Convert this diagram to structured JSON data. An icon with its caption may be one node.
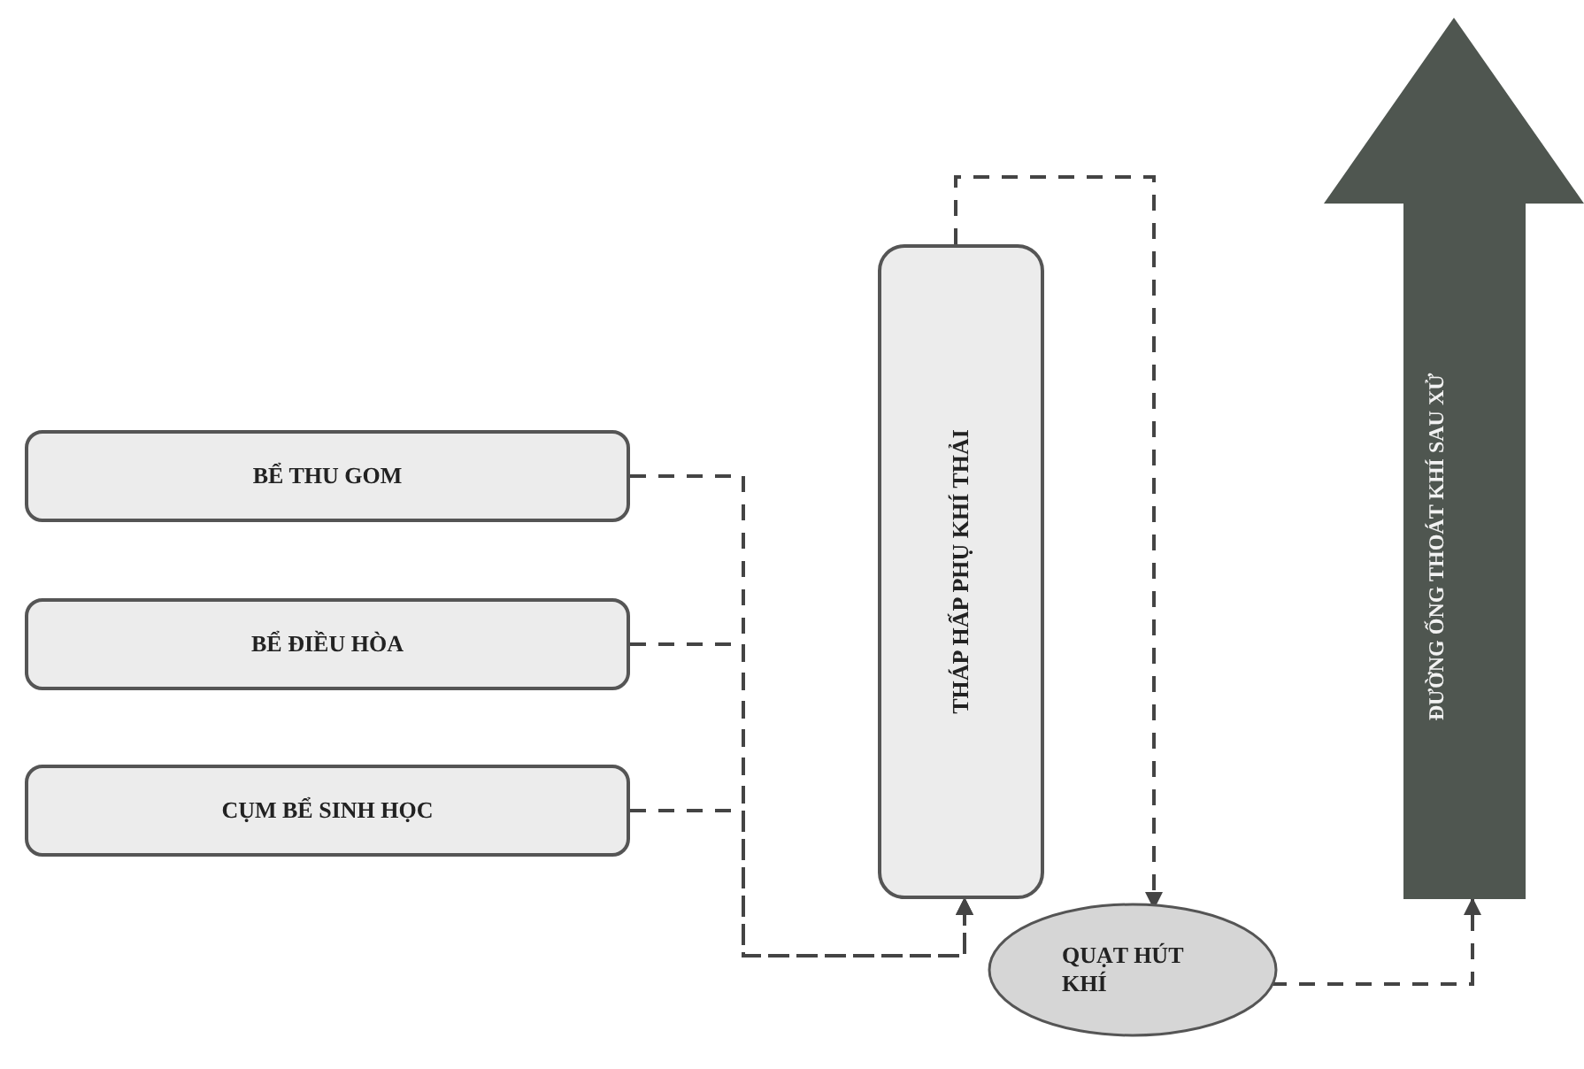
{
  "diagram": {
    "nodes": [
      {
        "text": [
          "BỂ THU GOM"
        ]
      },
      {
        "text": [
          "BỂ ĐIỀU HÒA"
        ]
      },
      {
        "text": [
          "CỤM BỂ SINH HỌC"
        ]
      },
      {
        "text": [
          "THÁP HẤP PHỤ KHÍ THẢI"
        ]
      },
      {
        "text": [
          "QUẠT HÚT KHÍ"
        ]
      },
      {
        "text": [
          "ĐƯỜNG ỐNG THOÁT KHÍ SAU XỬ"
        ]
      }
    ],
    "edges": [
      {
        "from": 0,
        "to": 3,
        "arrow": "to",
        "style": "dashed"
      },
      {
        "from": 1,
        "to": 3,
        "arrow": "to",
        "style": "dashed"
      },
      {
        "from": 2,
        "to": 3,
        "arrow": "to",
        "style": "dashed"
      },
      {
        "from": 3,
        "to": 4,
        "arrow": "to",
        "style": "dashed"
      },
      {
        "from": 4,
        "to": 5,
        "arrow": "to",
        "style": "dashed"
      }
    ]
  }
}
